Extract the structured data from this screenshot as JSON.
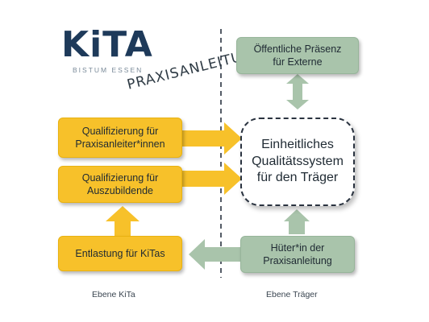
{
  "logo": {
    "word": "KiTA",
    "subtitle": "BISTUM ESSEN",
    "tagline": "PRAXISANLEITUNG"
  },
  "boxes": {
    "q_praxis": "Qualifizierung für\nPraxisanleiter*innen",
    "q_azubi": "Qualifizierung für\nAuszubildende",
    "entlastung": "Entlastung für KiTas",
    "praesenz": "Öffentliche Präsenz\nfür Externe",
    "system": "Einheitliches\nQualitätssystem\nfür den Träger",
    "hueter": "Hüter*in der\nPraxisanleitung"
  },
  "labels": {
    "left": "Ebene KiTa",
    "right": "Ebene Träger"
  },
  "colors": {
    "yellow": "#f7c12a",
    "green": "#a9c4ab",
    "navy": "#1e3a5a",
    "dash": "#2a3340"
  }
}
